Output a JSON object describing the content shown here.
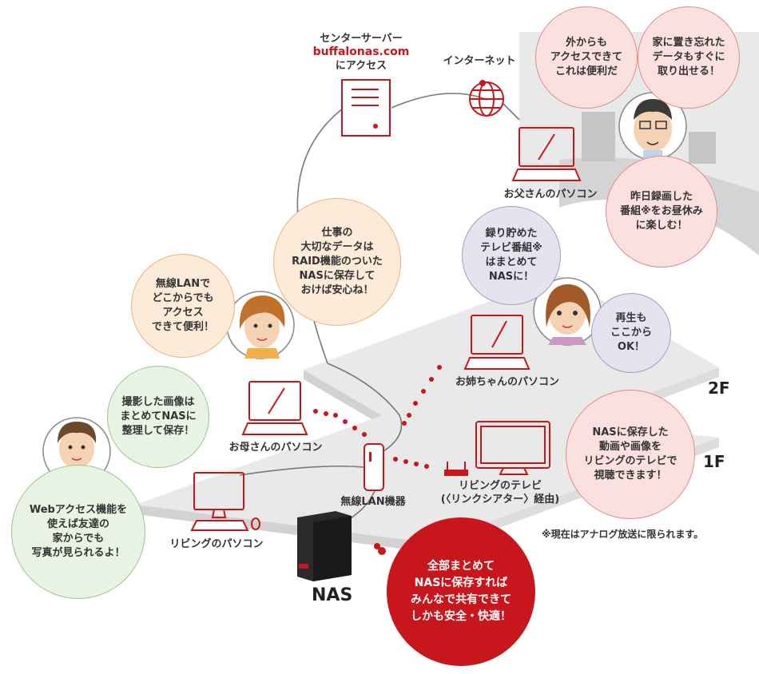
{
  "server": {
    "line1": "センターサーバー",
    "brand": "buffalonas.com",
    "line3": "にアクセス"
  },
  "internet_label": "インターネット",
  "devices": {
    "father_pc": "お父さんのパソコン",
    "sister_pc": "お姉ちゃんのパソコン",
    "mother_pc": "お母さんのパソコン",
    "living_pc": "リビングのパソコン",
    "living_tv_line1": "リビングのテレビ",
    "living_tv_line2": "(〈リンクシアター〉経由)",
    "wireless_lan": "無線LAN機器",
    "nas": "NAS"
  },
  "floors": {
    "second": "2F",
    "first": "1F"
  },
  "bubbles": {
    "father_outside": "外からも\nアクセスできて\nこれは便利だ",
    "father_forgot": "家に置き忘れた\nデータもすぐに\n取り出せる！",
    "father_recorded": "昨日録画した\n番組※をお昼休み\nに楽しむ！",
    "mother_raid": "仕事の\n大切なデータは\nRAID機能のついた\nNASに保存して\nおけば安心ね！",
    "mother_wireless": "無線LANで\nどこからでも\nアクセス\nできて便利！",
    "sister_recorded": "録り貯めた\nテレビ番組※\nはまとめて\nNASに！",
    "sister_play": "再生も\nここから\nOK！",
    "son_photos": "撮影した画像は\nまとめてNASに\n整理して保存！",
    "son_web": "Webアクセス機能を\n使えば友達の\n家からでも\n写真が見られるよ！",
    "tv_view": "NASに保存した\n動画や画像を\nリビングのテレビで\n視聴できます！",
    "main_message": "全部まとめて\nNASに保存すれば\nみんなで共有できて\nしかも安全・快適！"
  },
  "footnote": "※現在はアナログ放送に限られます。",
  "colors": {
    "accent_red": "#c8161d",
    "floor_gray": "#e9e9e9",
    "line_gray": "#777777"
  }
}
